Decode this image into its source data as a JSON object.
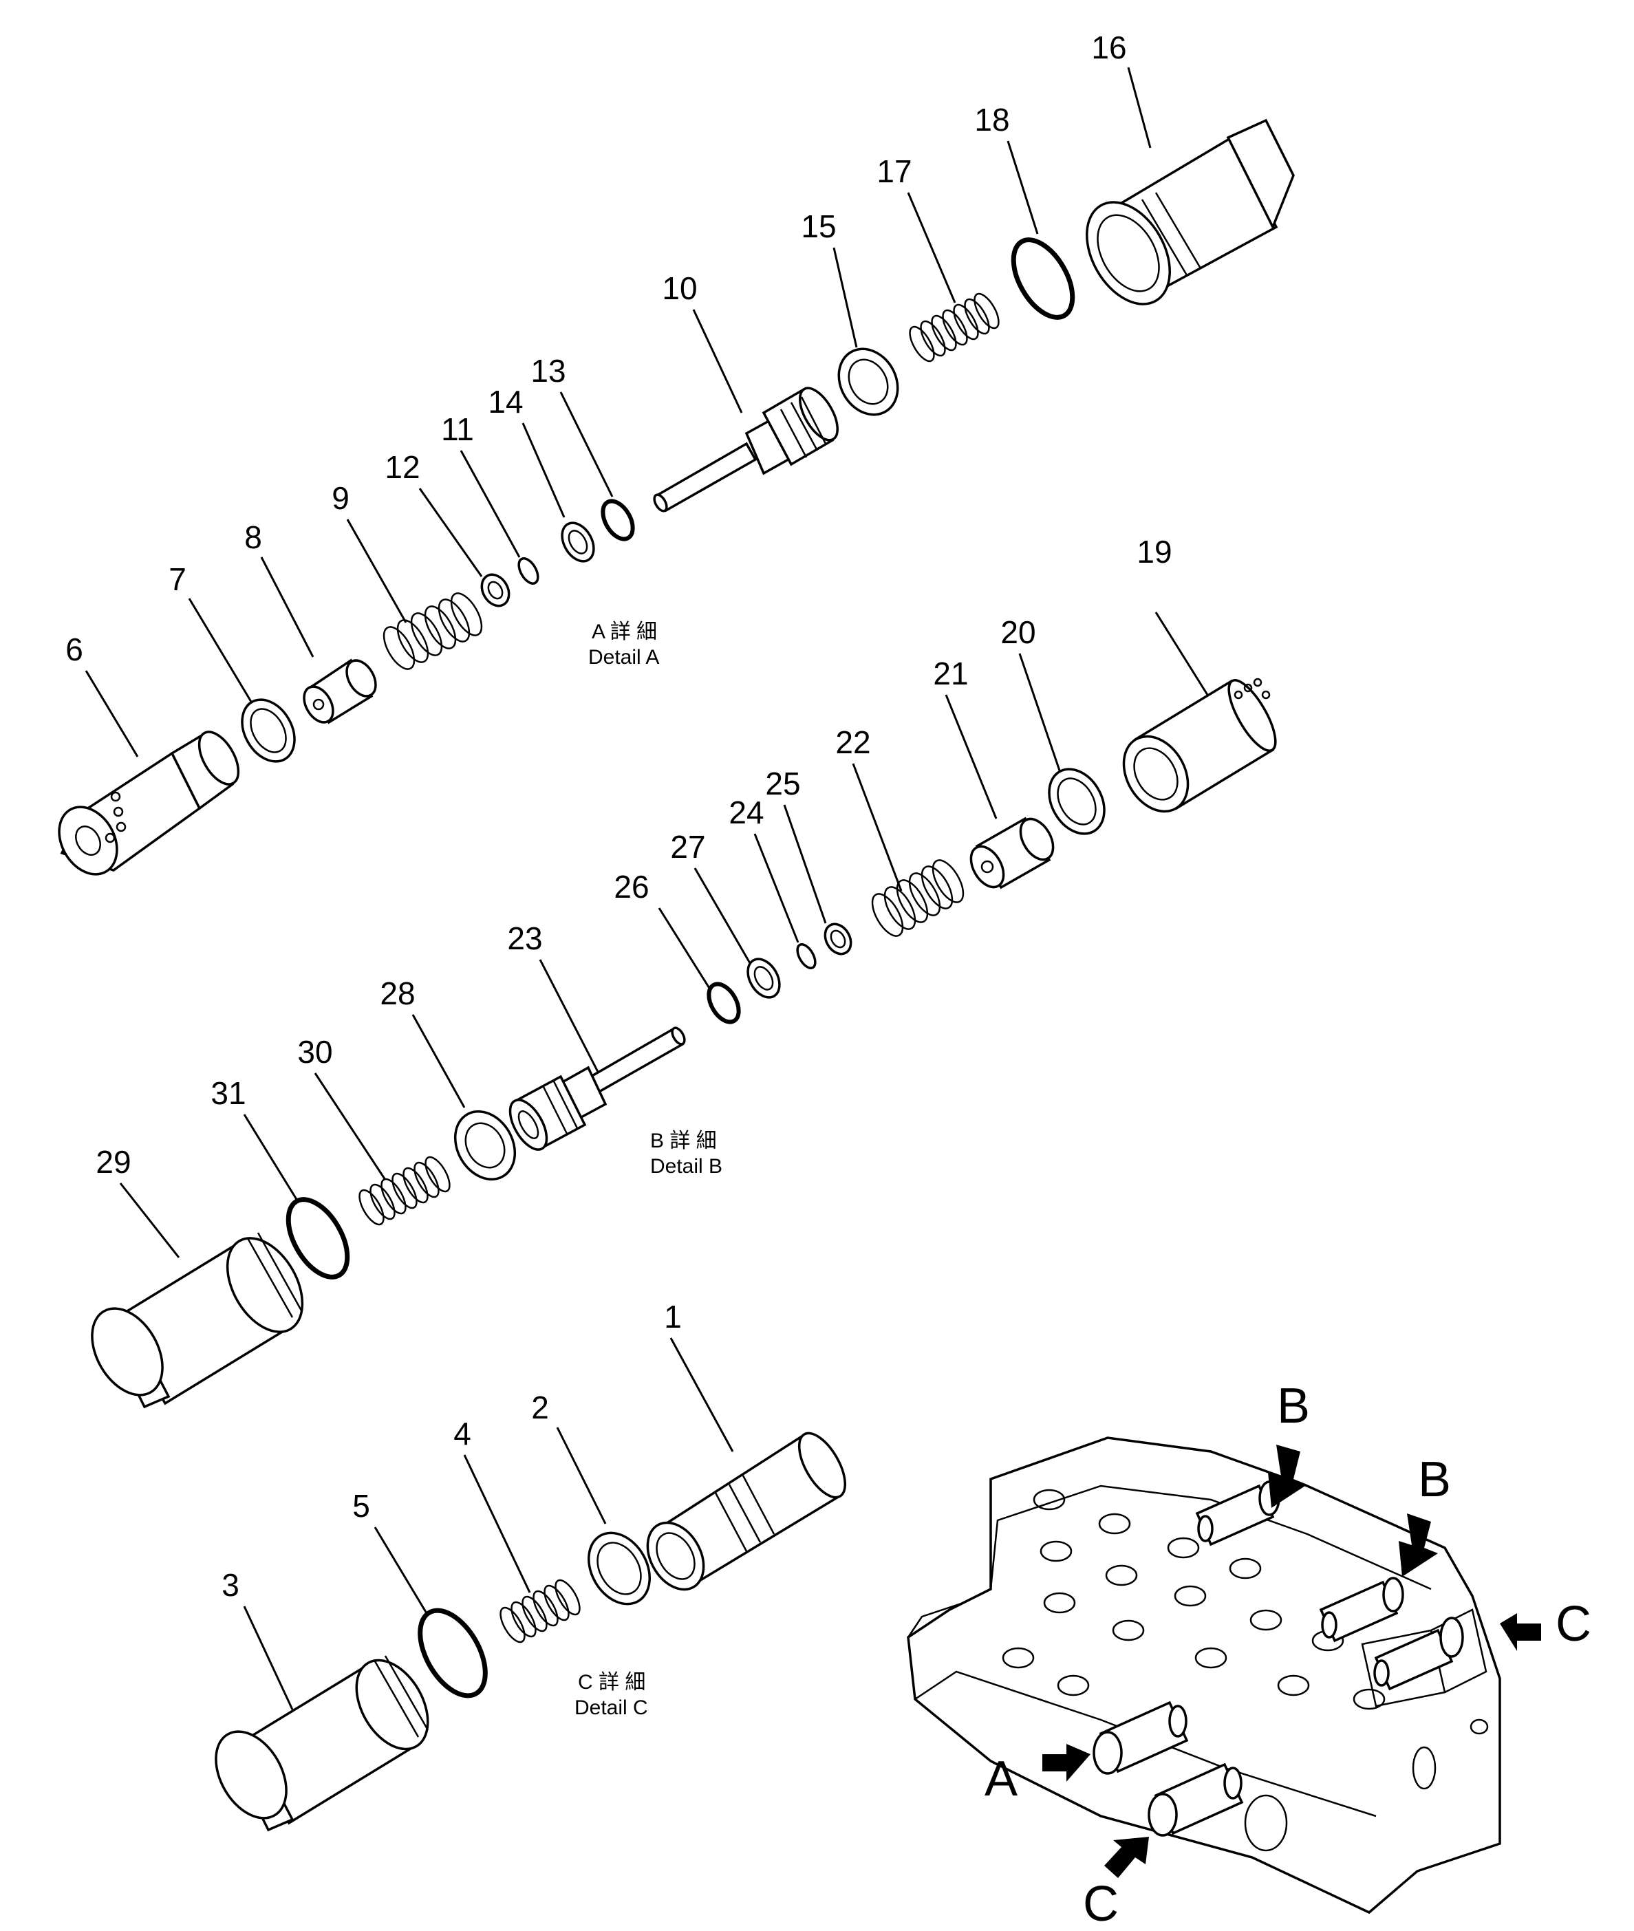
{
  "callouts": [
    {
      "id": "16",
      "label": "16"
    },
    {
      "id": "18",
      "label": "18"
    },
    {
      "id": "17",
      "label": "17"
    },
    {
      "id": "15",
      "label": "15"
    },
    {
      "id": "10",
      "label": "10"
    },
    {
      "id": "13",
      "label": "13"
    },
    {
      "id": "14",
      "label": "14"
    },
    {
      "id": "11",
      "label": "11"
    },
    {
      "id": "12",
      "label": "12"
    },
    {
      "id": "9",
      "label": "9"
    },
    {
      "id": "8",
      "label": "8"
    },
    {
      "id": "7",
      "label": "7"
    },
    {
      "id": "6",
      "label": "6"
    },
    {
      "id": "19",
      "label": "19"
    },
    {
      "id": "20",
      "label": "20"
    },
    {
      "id": "21",
      "label": "21"
    },
    {
      "id": "22",
      "label": "22"
    },
    {
      "id": "25",
      "label": "25"
    },
    {
      "id": "24",
      "label": "24"
    },
    {
      "id": "27",
      "label": "27"
    },
    {
      "id": "26",
      "label": "26"
    },
    {
      "id": "23",
      "label": "23"
    },
    {
      "id": "28",
      "label": "28"
    },
    {
      "id": "30",
      "label": "30"
    },
    {
      "id": "31",
      "label": "31"
    },
    {
      "id": "29",
      "label": "29"
    },
    {
      "id": "1",
      "label": "1"
    },
    {
      "id": "2",
      "label": "2"
    },
    {
      "id": "4",
      "label": "4"
    },
    {
      "id": "5",
      "label": "5"
    },
    {
      "id": "3",
      "label": "3"
    }
  ],
  "details": {
    "a": {
      "jp": "A 詳 細",
      "en": "Detail  A"
    },
    "b": {
      "jp": "B 詳 細",
      "en": "Detail  B"
    },
    "c": {
      "jp": "C 詳 細",
      "en": "Detail  C"
    }
  },
  "valve_markers": {
    "b1": "B",
    "b2": "B",
    "c1": "C",
    "a": "A",
    "c2": "C"
  }
}
